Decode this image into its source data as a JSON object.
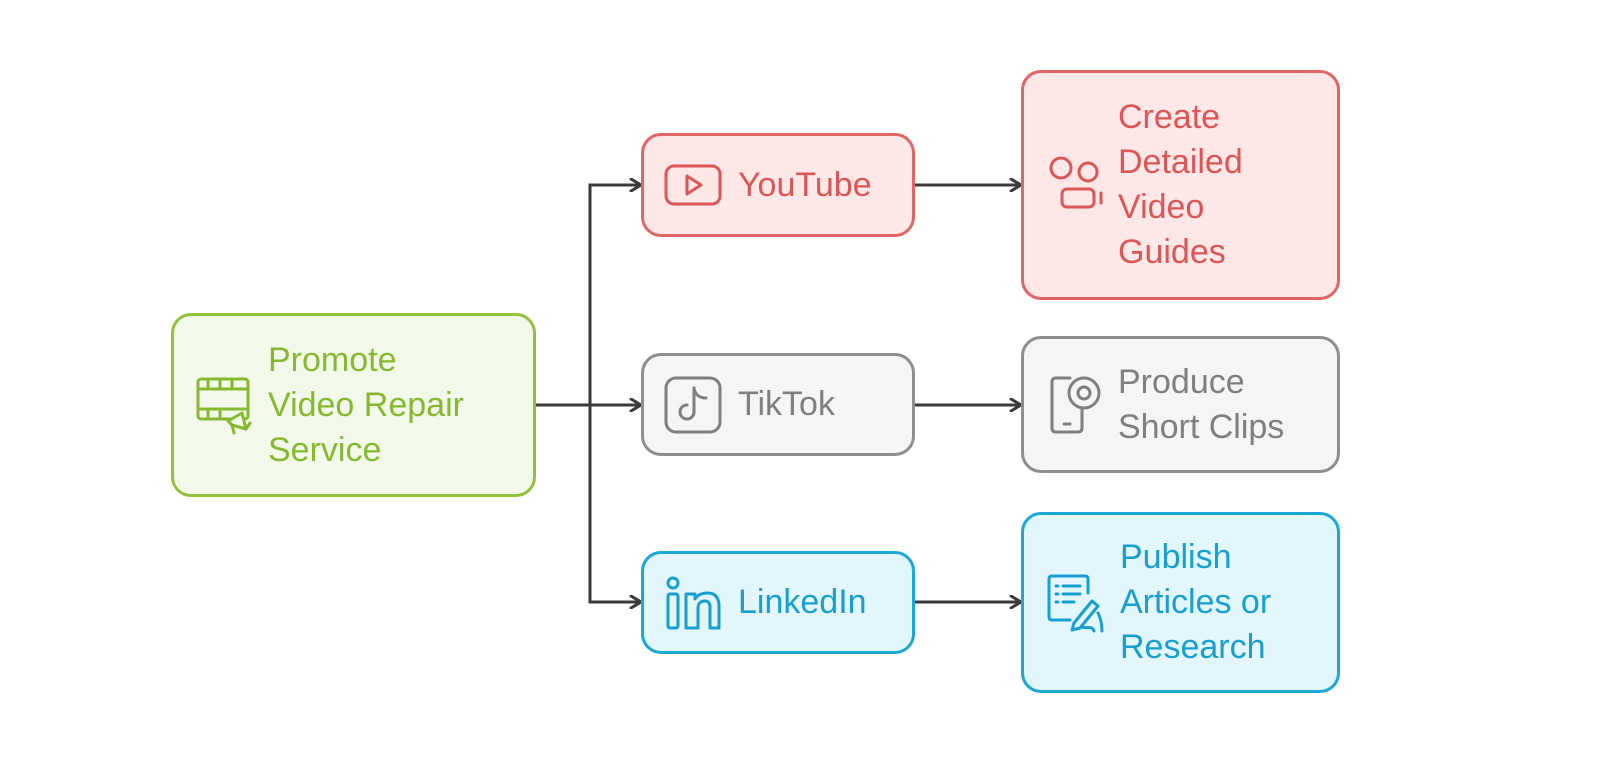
{
  "root": {
    "label": "Promote\nVideo Repair\nService",
    "icon": "film-megaphone-icon"
  },
  "channels": [
    {
      "id": "youtube",
      "label": "YouTube",
      "icon": "youtube-play-icon"
    },
    {
      "id": "tiktok",
      "label": "TikTok",
      "icon": "tiktok-icon"
    },
    {
      "id": "linkedin",
      "label": "LinkedIn",
      "icon": "linkedin-icon"
    }
  ],
  "actions": [
    {
      "id": "youtube-action",
      "label": "Create\nDetailed\nVideo\nGuides",
      "icon": "people-video-icon"
    },
    {
      "id": "tiktok-action",
      "label": "Produce\nShort Clips",
      "icon": "phone-camera-icon"
    },
    {
      "id": "linkedin-action",
      "label": "Publish\nArticles or\nResearch",
      "icon": "document-pen-icon"
    }
  ],
  "colors": {
    "root": "#93c13c",
    "youtube": "#e06666",
    "tiktok": "#8e8e8e",
    "linkedin": "#1ba8d8",
    "connector": "#3a3a3a"
  }
}
